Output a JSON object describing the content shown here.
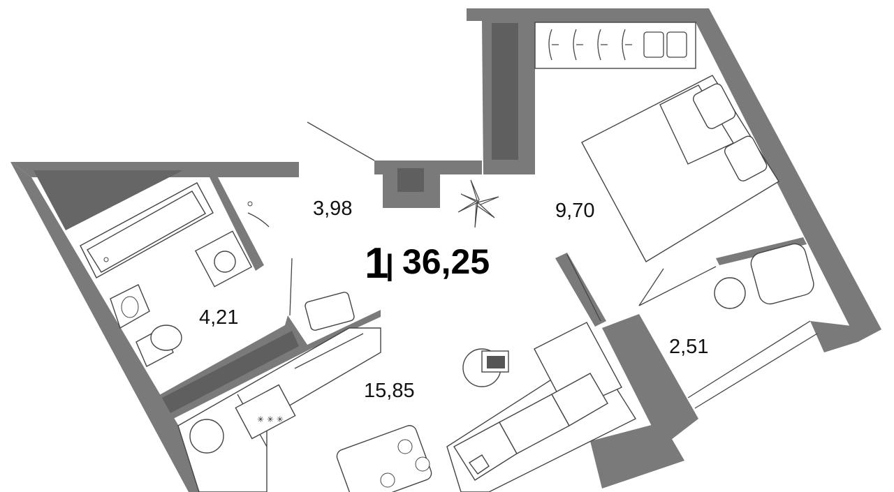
{
  "plan": {
    "rooms_count": "1",
    "separator": "|",
    "total_area": "36,25",
    "rooms": [
      {
        "id": "corridor",
        "area": "3,98"
      },
      {
        "id": "bedroom",
        "area": "9,70"
      },
      {
        "id": "bathroom",
        "area": "4,21"
      },
      {
        "id": "balcony",
        "area": "2,51"
      },
      {
        "id": "living-kitchen",
        "area": "15,85"
      }
    ]
  },
  "colors": {
    "wall": "#7a7a7a",
    "wall_dark": "#666666",
    "line": "#444444",
    "text": "#111111",
    "background": "#ffffff"
  }
}
